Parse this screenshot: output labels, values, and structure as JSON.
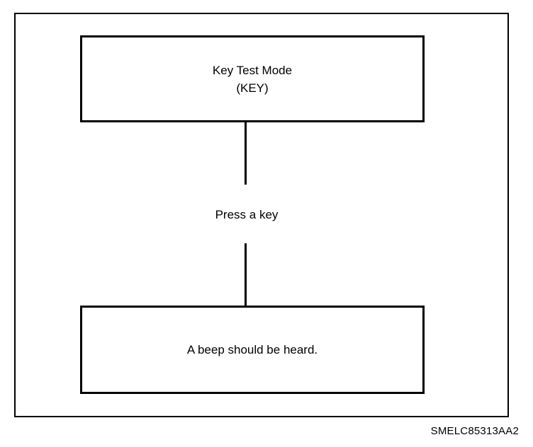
{
  "diagram": {
    "start_box": {
      "line1": "Key Test Mode",
      "line2": "(KEY)"
    },
    "action_label": "Press a key",
    "result_box": {
      "text": "A beep should be heard."
    },
    "figure_code": "SMELC85313AA2"
  }
}
